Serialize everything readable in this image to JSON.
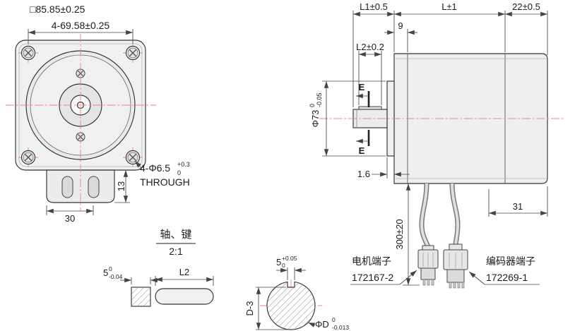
{
  "drawing": {
    "front_view": {
      "dim_square": "□85.85±0.25",
      "dim_bolt_spacing": "4-69.58±0.25",
      "dim_connector_width": "30",
      "dim_connector_height": "13",
      "hole_callout": "4-Φ6.5",
      "hole_callout_tol_upper": "+0.3",
      "hole_callout_tol_lower": "0",
      "hole_callout_note": "THROUGH"
    },
    "side_view": {
      "dim_l1": "L1±0.5",
      "dim_l": "L±1",
      "dim_rear": "22±0.5",
      "dim_front_plate": "9",
      "dim_key_length": "L2±0.2",
      "dim_pilot": "Φ73",
      "dim_pilot_tol_upper": "0",
      "dim_pilot_tol_lower": "-0.05",
      "section_label": "E",
      "dim_boss": "1.6",
      "dim_cable": "300±20",
      "dim_rear_exit": "31",
      "motor_terminal_label": "电机端子",
      "motor_terminal_pn": "172167-2",
      "encoder_terminal_label": "编码器端子",
      "encoder_terminal_pn": "172269-1"
    },
    "key_detail": {
      "title": "轴、键",
      "scale": "2:1",
      "dim_width": "5",
      "dim_width_tol_upper": "0",
      "dim_width_tol_lower": "-0.04",
      "dim_length": "L2"
    },
    "shaft_section": {
      "dim_keyway": "5",
      "dim_keyway_tol_upper": "+0.05",
      "dim_keyway_tol_lower": "0",
      "dim_flat": "D-3",
      "dim_dia": "ΦD",
      "dim_dia_tol_upper": "0",
      "dim_dia_tol_lower": "-0.013"
    },
    "colors": {
      "line": "#333333",
      "centerline": "#f08080",
      "fill": "#f0f0f0"
    }
  }
}
